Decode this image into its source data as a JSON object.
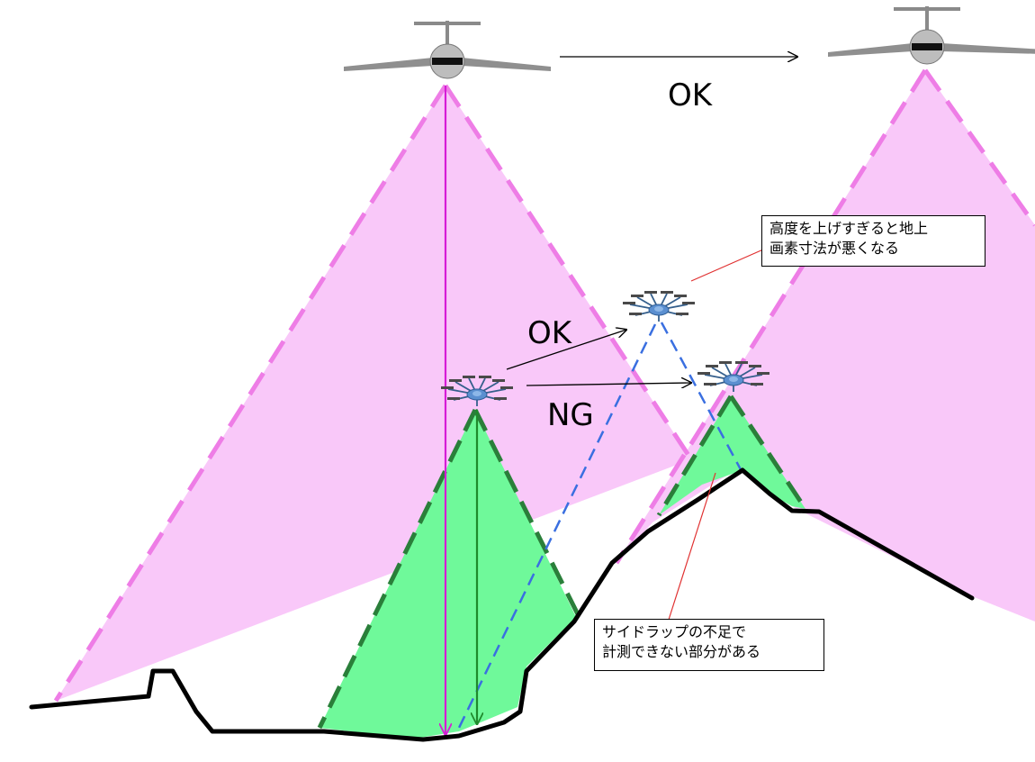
{
  "labels": {
    "plane_ok": "OK",
    "drone_ok": "OK",
    "drone_ng": "NG"
  },
  "notes": {
    "altitude_warning": [
      "高度を上げすぎると地上",
      "画素寸法が悪くなる"
    ],
    "sidelap_warning": [
      "サイドラップの不足で",
      "計測できない部分がある"
    ]
  },
  "colors": {
    "airplane_coverage": "#f9c8f9",
    "airplane_coverage_edge": "#ee7de6",
    "drone_coverage": "#6ff99a",
    "drone_coverage_edge": "#2a7f3a",
    "terrain": "#000000",
    "plumb_line": "#d61cd6",
    "drone_plumb_line": "#1f8a2c",
    "oblique_line": "#3a6fe0",
    "callout_line": "#e03030"
  },
  "icons": {
    "aircraft": "airplane-icon",
    "uav": "multicopter-drone-icon"
  }
}
